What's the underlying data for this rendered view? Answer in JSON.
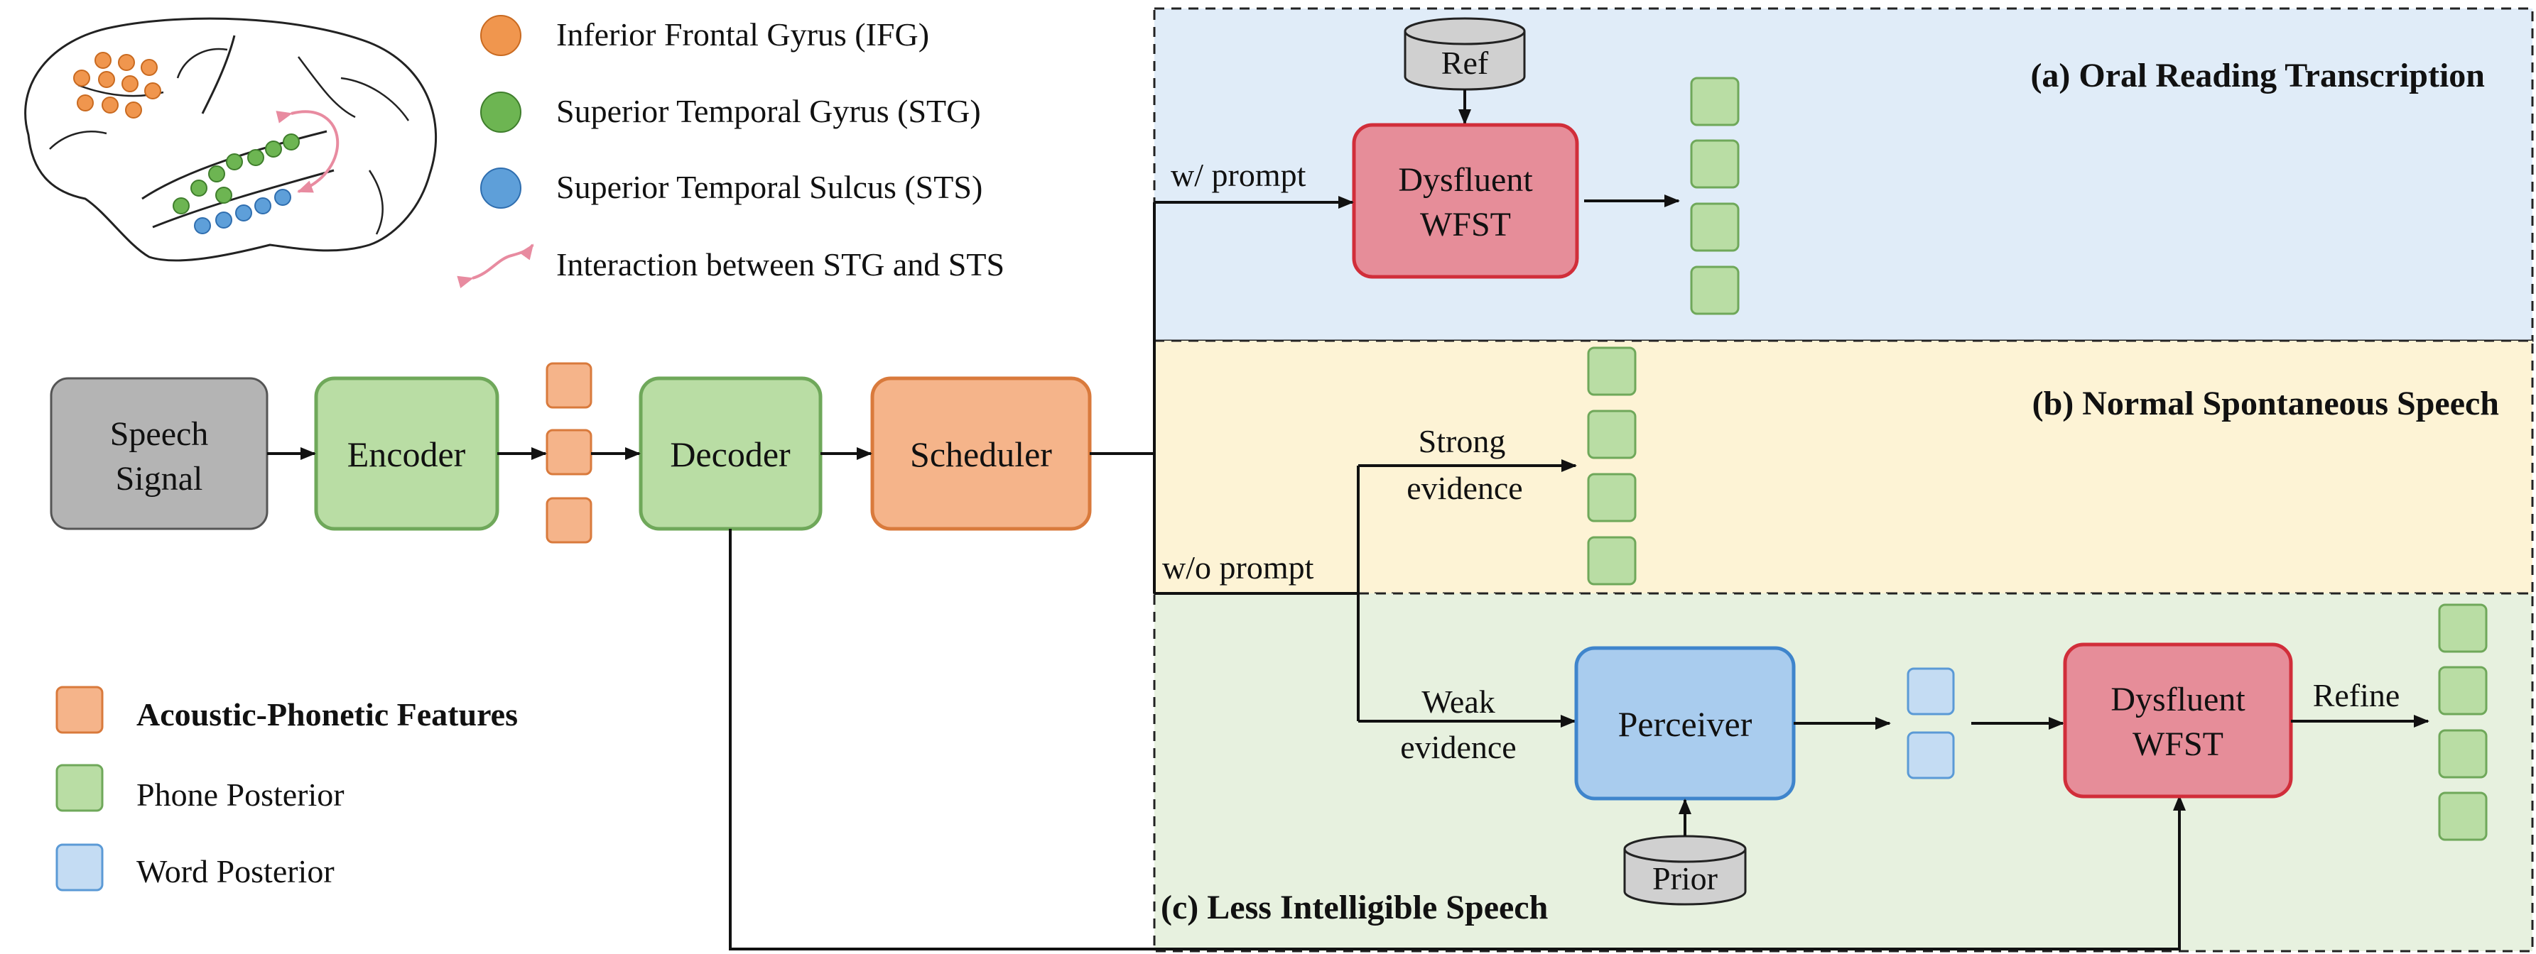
{
  "legend_top": {
    "ifg": "Inferior Frontal Gyrus (IFG)",
    "stg": "Superior Temporal Gyrus (STG)",
    "sts": "Superior Temporal Sulcus (STS)",
    "interaction": "Interaction between STG and STS"
  },
  "legend_bottom": {
    "acoustic": "Acoustic-Phonetic Features",
    "phone": "Phone Posterior",
    "word": "Word Posterior"
  },
  "nodes": {
    "speech_line1": "Speech",
    "speech_line2": "Signal",
    "encoder": "Encoder",
    "decoder": "Decoder",
    "scheduler": "Scheduler",
    "ref": "Ref",
    "prior": "Prior",
    "perceiver": "Perceiver",
    "wfst_line1": "Dysfluent",
    "wfst_line2": "WFST"
  },
  "edge_labels": {
    "with_prompt": "w/ prompt",
    "without_prompt": "w/o prompt",
    "strong_line1": "Strong",
    "strong_line2": "evidence",
    "weak_line1": "Weak",
    "weak_line2": "evidence",
    "refine": "Refine"
  },
  "panels": {
    "a": "(a) Oral Reading Transcription",
    "b": "(b) Normal Spontaneous Speech",
    "c": "(c) Less Intelligible Speech"
  },
  "colors": {
    "ifg": "#F0964E",
    "stg": "#6DB552",
    "sts": "#5E9FD9",
    "interaction": "#E88BA0",
    "acoustic_fill": "#F5B48A",
    "acoustic_stroke": "#D97A3C",
    "phone_fill": "#B9DDA4",
    "phone_stroke": "#6FA85A",
    "word_fill": "#C4DCF3",
    "word_stroke": "#5B9AD6",
    "wfst_fill": "#E68D99",
    "wfst_stroke": "#D12E3A",
    "panel_a_bg": "#E0ECF8",
    "panel_b_bg": "#FDF3D5",
    "panel_c_bg": "#E7F1DF",
    "speech_fill": "#B4B4B4",
    "cylinder_fill": "#D0D0D0"
  }
}
